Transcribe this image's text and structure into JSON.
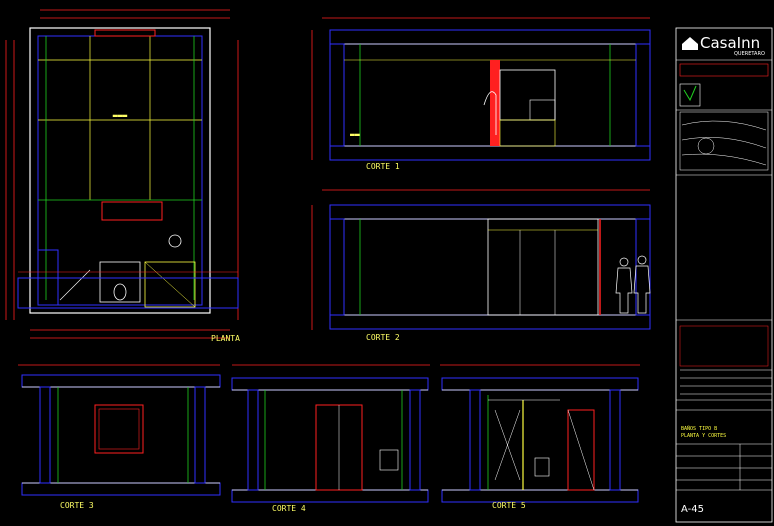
{
  "brand": {
    "name": "CasaInn",
    "subtitle": "QUERETARO"
  },
  "labels": {
    "planta": "PLANTA",
    "corte1": "CORTE 1",
    "corte2": "CORTE 2",
    "corte3": "CORTE 3",
    "corte4": "CORTE 4",
    "corte5": "CORTE 5"
  },
  "title_block": {
    "description_line1": "BAÑOS TIPO B",
    "description_line2": "PLANTA Y CORTES",
    "sheet": "A-45"
  },
  "colors": {
    "background": "#000000",
    "wall_blue": "#3030ff",
    "dim_red": "#ff2020",
    "green": "#20d020",
    "yellow": "#ffff40",
    "white": "#ffffff"
  }
}
